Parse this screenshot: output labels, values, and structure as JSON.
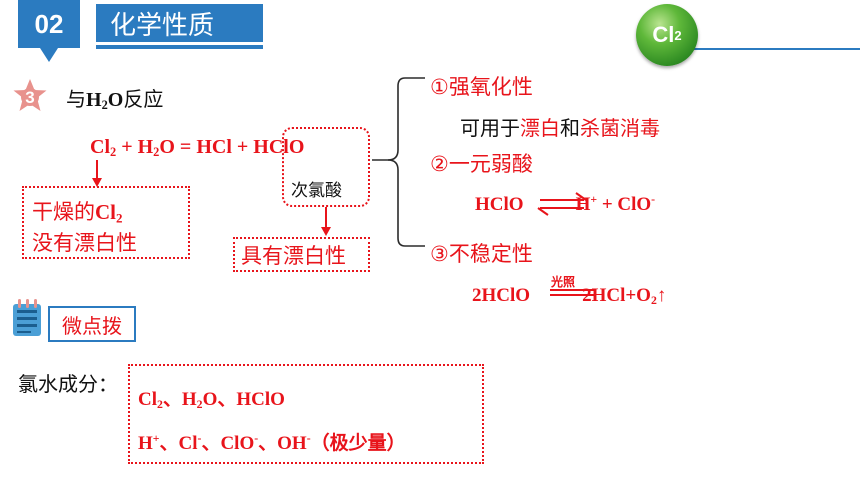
{
  "header": {
    "section_number": "02",
    "section_title": "化学性质",
    "badge_element": "Cl",
    "badge_subscript": "2"
  },
  "item": {
    "number": "3",
    "title_prefix": "与",
    "title_h": "H",
    "title_sub": "2",
    "title_o": "O",
    "title_suffix": "反应"
  },
  "equation1": {
    "cl": "Cl",
    "cl_sub": "2",
    "plus1": " + H",
    "h_sub": "2",
    "rest": "O = HCl + ",
    "hclo": "HClO"
  },
  "hclo_name": "次氯酸",
  "dry": {
    "line1_text": "干燥的",
    "line1_formula": "Cl",
    "line1_sub": "2",
    "line2": "没有漂白性"
  },
  "bleach": "具有漂白性",
  "property1": {
    "title": "①强氧化性",
    "desc_1": "可用于",
    "desc_red1": "漂白",
    "desc_2": "和",
    "desc_red2": "杀菌消毒"
  },
  "property2": {
    "title": "②一元弱酸",
    "eq_left": "HClO",
    "eq_h": "H",
    "eq_h_sup": "+",
    "eq_plus": " + ClO",
    "eq_clo_sup": "-"
  },
  "property3": {
    "title": "③不稳定性",
    "eq_left": "2HClO",
    "condition": "光照",
    "eq_right": "2HCl+O",
    "eq_o_sub": "2",
    "eq_arrow": "↑"
  },
  "tip": {
    "label": "微点拨"
  },
  "composition": {
    "label": "氯水成分：",
    "line1": {
      "a": "Cl",
      "a_sub": "2",
      "b": "、H",
      "b_sub": "2",
      "c": "O、HClO"
    },
    "line2": {
      "h": "H",
      "h_sup": "+",
      "cl": "、Cl",
      "cl_sup": "-",
      "clo": "、ClO",
      "clo_sup": "-",
      "oh": "、OH",
      "oh_sup": "-",
      "note": "（极少量）"
    }
  },
  "colors": {
    "accent_blue": "#2b7bc0",
    "red": "#e8141b",
    "green": "#4caf37",
    "star": "#e8928d"
  }
}
